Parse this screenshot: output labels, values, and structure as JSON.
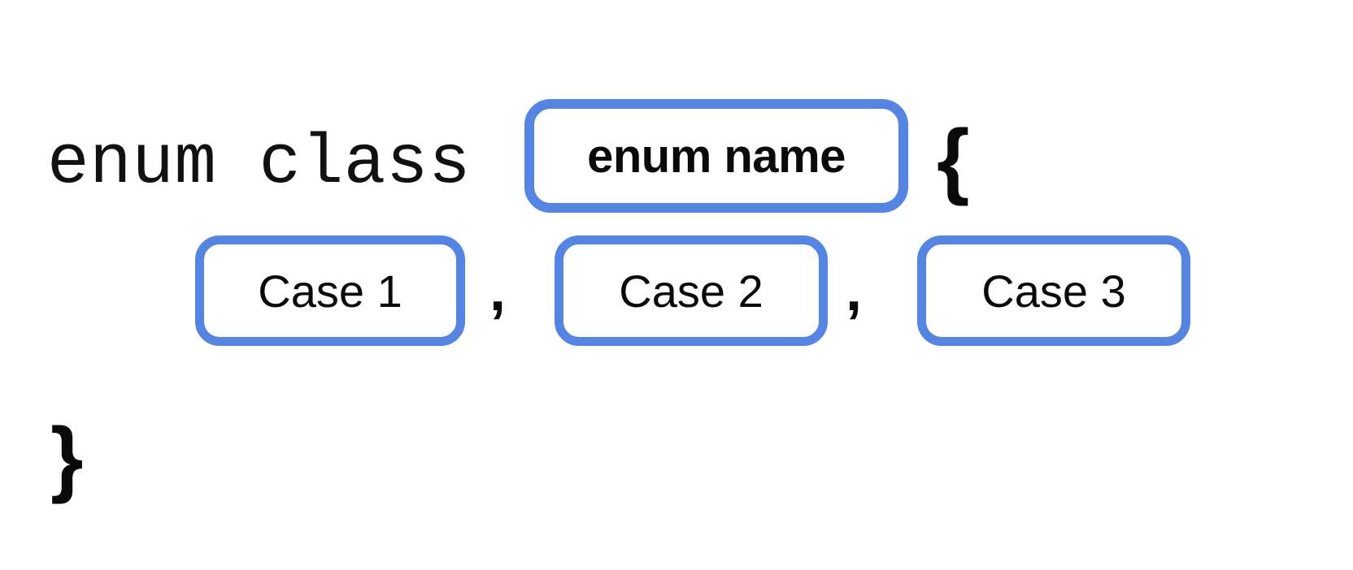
{
  "diagram": {
    "kind": "enum-class-syntax-template",
    "background_color": "#ffffff",
    "accent_color": "#5585e4",
    "text_color": "#0a0a0a"
  },
  "declaration_line": {
    "keyword": "enum class",
    "open_brace": "{",
    "name_slot": {
      "label": "enum name",
      "placeholder": "enum name"
    }
  },
  "cases_line": {
    "separator": ",",
    "slots": [
      {
        "label": "Case 1"
      },
      {
        "label": "Case 2"
      },
      {
        "label": "Case 3"
      }
    ]
  },
  "closing_line": {
    "close_brace": "}"
  }
}
